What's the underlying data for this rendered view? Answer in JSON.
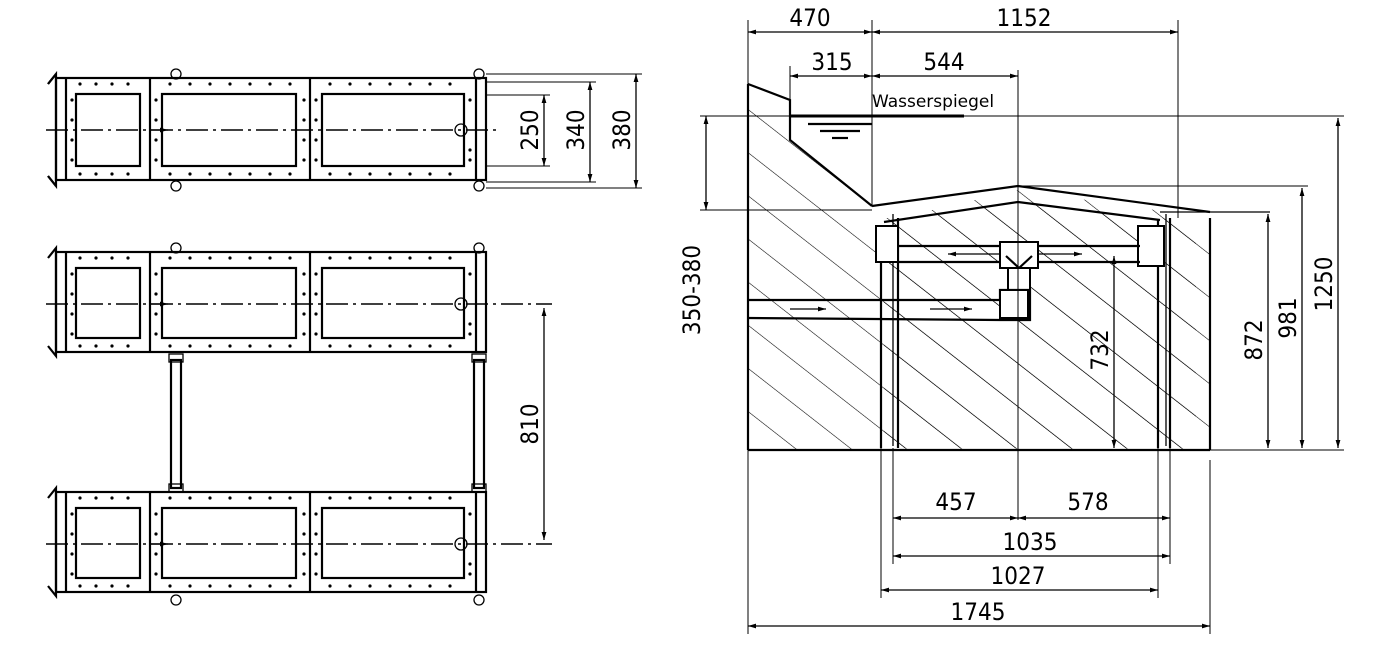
{
  "plan_view": {
    "dims": {
      "d250": "250",
      "d340": "340",
      "d380": "380",
      "d810": "810"
    }
  },
  "section_view": {
    "water_label": "Wasserspiegel",
    "dims": {
      "d470": "470",
      "d1152": "1152",
      "d315": "315",
      "d544": "544",
      "d350_380": "350-380",
      "d732": "732",
      "d872": "872",
      "d981": "981",
      "d1250": "1250",
      "d457": "457",
      "d578": "578",
      "d1035": "1035",
      "d1027": "1027",
      "d1745": "1745"
    }
  }
}
